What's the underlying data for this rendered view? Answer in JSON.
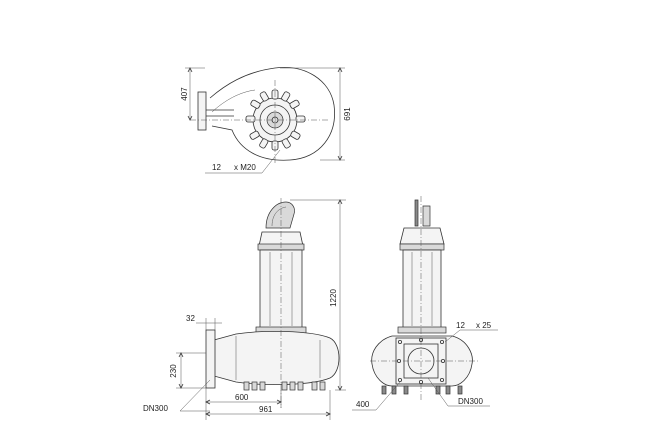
{
  "drawing": {
    "top_view": {
      "dim_height_left": "407",
      "dim_height_right": "691",
      "bolt_count": "12",
      "bolt_spec": "x M20"
    },
    "front_view": {
      "dim_flange_thickness": "32",
      "dim_flange_height": "230",
      "dim_overall_height": "1220",
      "dim_axis_offset": "600",
      "dim_overall_width": "961",
      "outlet_label": "DN300"
    },
    "side_view": {
      "hole_count": "12",
      "hole_spec": "x 25",
      "dim_bolt_circle": "400",
      "outlet_label": "DN300"
    }
  },
  "colors": {
    "line": "#333333",
    "fill": "#f4f4f4",
    "shade": "#d9d9d9"
  }
}
